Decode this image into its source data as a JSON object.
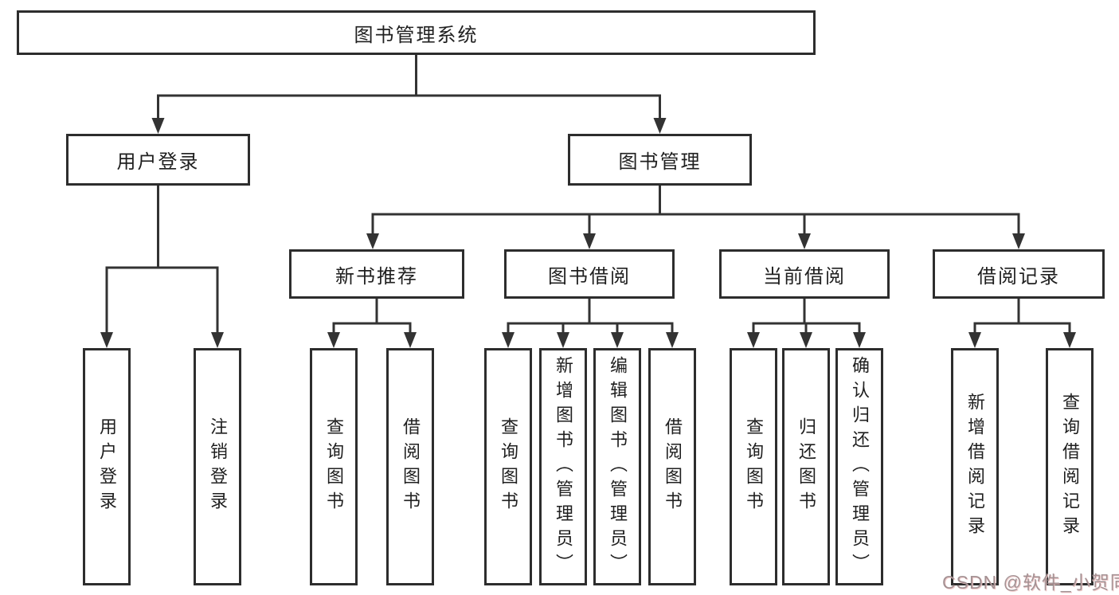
{
  "diagram": {
    "root": {
      "label": "图书管理系统",
      "children": [
        {
          "label": "用户登录",
          "children": [
            {
              "label": "用户登录"
            },
            {
              "label": "注销登录"
            }
          ]
        },
        {
          "label": "图书管理",
          "children": [
            {
              "label": "新书推荐",
              "children": [
                {
                  "label": "查询图书"
                },
                {
                  "label": "借阅图书"
                }
              ]
            },
            {
              "label": "图书借阅",
              "children": [
                {
                  "label": "查询图书"
                },
                {
                  "label": "新增图书（管理员）"
                },
                {
                  "label": "编辑图书（管理员）"
                },
                {
                  "label": "借阅图书"
                }
              ]
            },
            {
              "label": "当前借阅",
              "children": [
                {
                  "label": "查询图书"
                },
                {
                  "label": "归还图书"
                },
                {
                  "label": "确认归还（管理员）"
                }
              ]
            },
            {
              "label": "借阅记录",
              "children": [
                {
                  "label": "新增借阅记录"
                },
                {
                  "label": "查询借阅记录"
                }
              ]
            }
          ]
        }
      ]
    },
    "watermark": "CSDN @软件_小贺同学",
    "colors": {
      "line": "#333333",
      "box_border": "#2d2d2d",
      "box_fill": "#ffffff",
      "text": "#1f1f1f",
      "watermark_text": "#9b8a8c"
    }
  }
}
